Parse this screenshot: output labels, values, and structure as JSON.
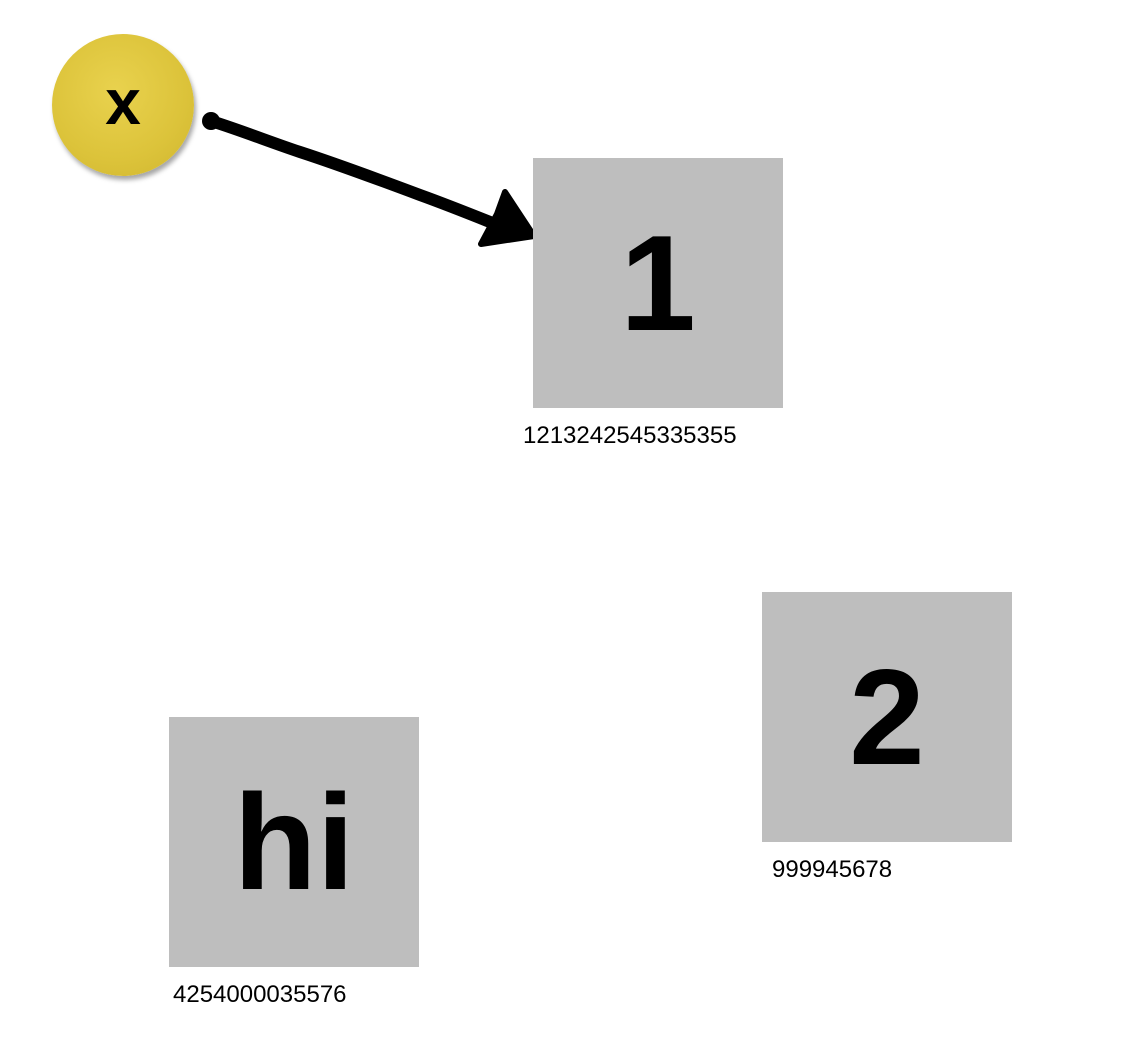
{
  "variables": [
    {
      "name": "x",
      "color": "#dcc33a"
    }
  ],
  "objects": [
    {
      "value": "1",
      "id": "1213242545335355"
    },
    {
      "value": "2",
      "id": "999945678"
    },
    {
      "value": "hi",
      "id": "4254000035576"
    }
  ],
  "references": [
    {
      "from": "x",
      "to": "1"
    }
  ],
  "colors": {
    "box": "#bebebe",
    "arrow": "#000000",
    "background": "#ffffff"
  }
}
